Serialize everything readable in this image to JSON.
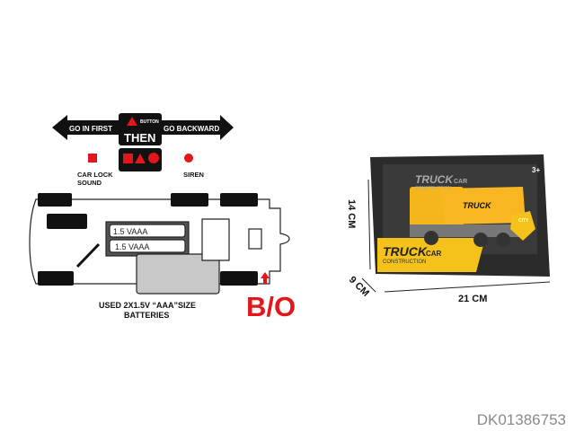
{
  "instructions": {
    "left_arrow": "GO IN FIRST",
    "right_arrow": "GO BACKWARD",
    "button_label": "BUTTON",
    "then": "THEN",
    "car_lock_line1": "CAR LOCK",
    "car_lock_line2": "SOUND",
    "siren": "SIREN"
  },
  "battery": {
    "cell1": "1.5  VAAA",
    "cell2": "1.5  VAAA",
    "note_line1": "USED 2X1.5V “AAA”SIZE",
    "note_line2": "BATTERIES",
    "bo": "B/O"
  },
  "package": {
    "brand": "TRUCK",
    "brand_sub": "CAR",
    "construction": "CONSTRUCTION",
    "truck_text": "TRUCK",
    "age": "3+",
    "city": "CITY",
    "height": "14 CM",
    "depth": "9 CM",
    "width": "21 CM"
  },
  "watermark": "DK01386753",
  "colors": {
    "red": "#e3161b",
    "yellow": "#f5b51c",
    "dark": "#2b2b2b"
  }
}
